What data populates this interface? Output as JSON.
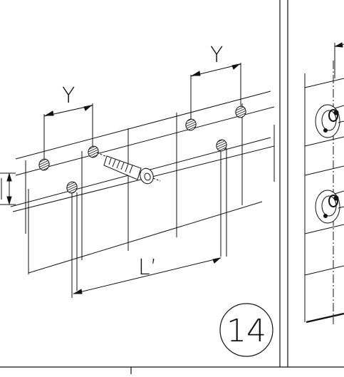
{
  "figure": {
    "step_number": "14",
    "labels": {
      "spacing_left": "Y",
      "spacing_right": "Y",
      "length": "L’"
    }
  }
}
